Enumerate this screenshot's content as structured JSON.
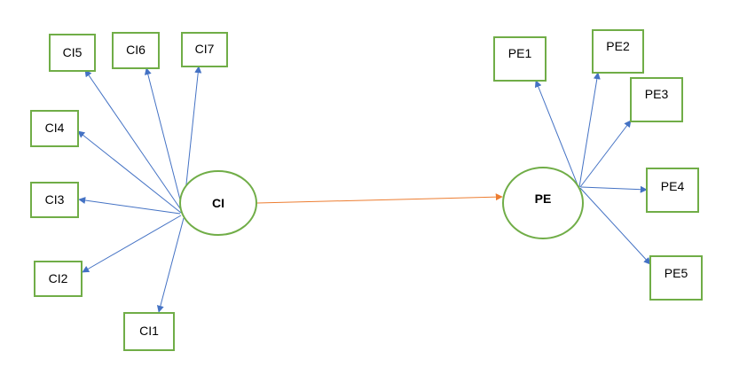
{
  "colors": {
    "node_border": "#70ad47",
    "indicator_arrow": "#4472c4",
    "path_arrow": "#ed7d31"
  },
  "constructs": {
    "ci": {
      "label": "CI"
    },
    "pe": {
      "label": "PE"
    }
  },
  "indicators": {
    "ci1": "CI1",
    "ci2": "CI2",
    "ci3": "CI3",
    "ci4": "CI4",
    "ci5": "CI5",
    "ci6": "CI6",
    "ci7": "CI7",
    "pe1": "PE1",
    "pe2": "PE2",
    "pe3": "PE3",
    "pe4": "PE4",
    "pe5": "PE5"
  },
  "edges": [
    {
      "from": "ci",
      "to": "ci1"
    },
    {
      "from": "ci",
      "to": "ci2"
    },
    {
      "from": "ci",
      "to": "ci3"
    },
    {
      "from": "ci",
      "to": "ci4"
    },
    {
      "from": "ci",
      "to": "ci5"
    },
    {
      "from": "ci",
      "to": "ci6"
    },
    {
      "from": "ci",
      "to": "ci7"
    },
    {
      "from": "ci",
      "to": "pe"
    },
    {
      "from": "pe",
      "to": "pe1"
    },
    {
      "from": "pe",
      "to": "pe2"
    },
    {
      "from": "pe",
      "to": "pe3"
    },
    {
      "from": "pe",
      "to": "pe4"
    },
    {
      "from": "pe",
      "to": "pe5"
    }
  ]
}
